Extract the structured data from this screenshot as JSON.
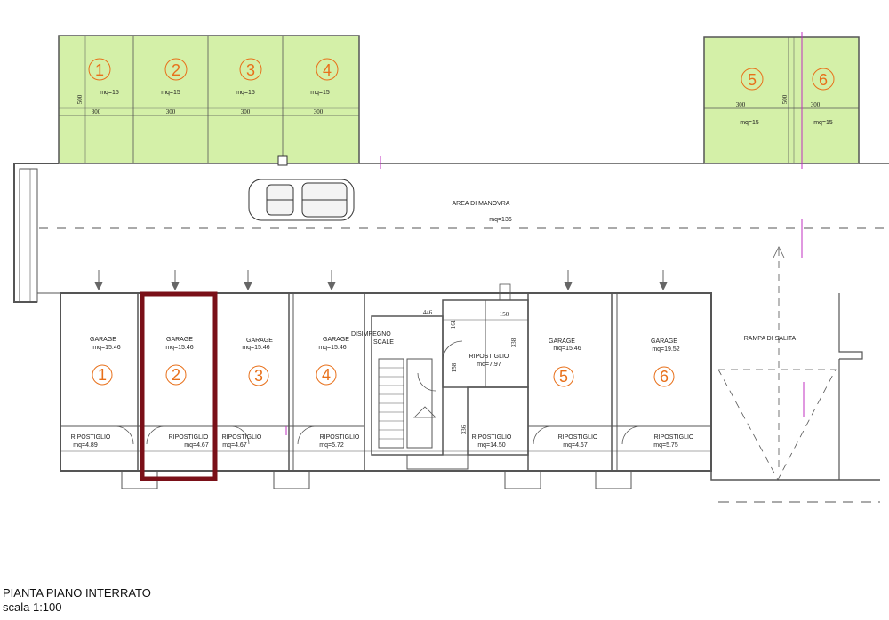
{
  "colors": {
    "parking_green": "#d4f0a8",
    "wall": "#555555",
    "highlight": "#7a1018",
    "number": "#e8701a",
    "axis_magenta": "#c030c0"
  },
  "parking": [
    {
      "num": "1",
      "area": "mq=15",
      "width": "300"
    },
    {
      "num": "2",
      "area": "mq=15",
      "width": "300"
    },
    {
      "num": "3",
      "area": "mq=15",
      "width": "300"
    },
    {
      "num": "4",
      "area": "mq=15",
      "width": "300"
    },
    {
      "num": "5",
      "area": "mq=15",
      "width": "300"
    },
    {
      "num": "6",
      "area": "mq=15",
      "width": "300"
    }
  ],
  "parking_depth": "500",
  "manovra": {
    "title": "AREA DI MANOVRA",
    "area": "mq=136"
  },
  "garages": [
    {
      "label": "GARAGE",
      "area": "mq=15.46",
      "num": "1",
      "rip_label": "RIPOSTIGLIO",
      "rip_area": "mq=4.89"
    },
    {
      "label": "GARAGE",
      "area": "mq=15.46",
      "num": "2",
      "rip_label": "RIPOSTIGLIO",
      "rip_area": "mq=4.67"
    },
    {
      "label": "GARAGE",
      "area": "mq=15.46",
      "num": "3",
      "rip_label": "RIPOSTIGLIO",
      "rip_area": "mq=4.67"
    },
    {
      "label": "GARAGE",
      "area": "mq=15.46",
      "num": "4",
      "rip_label": "RIPOSTIGLIO",
      "rip_area": "mq=5.72"
    },
    {
      "label": "GARAGE",
      "area": "mq=15.46",
      "num": "5",
      "rip_label": "RIPOSTIGLIO",
      "rip_area": "mq=4.67"
    },
    {
      "label": "GARAGE",
      "area": "mq=19.52",
      "num": "6",
      "rip_label": "RIPOSTIGLIO",
      "rip_area": "mq=5.75"
    }
  ],
  "center": {
    "disimpegno": "DISIMPEGNO",
    "scale": "SCALE",
    "rip_upper_label": "RIPOSTIGLIO",
    "rip_upper_area": "mq=7.97",
    "rip_lower_label": "RIPOSTIGLIO",
    "rip_lower_area": "mq=14.50",
    "dim_446": "446",
    "dim_150": "150",
    "dim_338": "338",
    "dim_158": "158",
    "dim_336": "336",
    "dim_161": "161"
  },
  "rampa": "RAMPA DI SALITA",
  "caption": {
    "title": "PIANTA PIANO INTERRATO",
    "scale": "scala 1:100"
  }
}
